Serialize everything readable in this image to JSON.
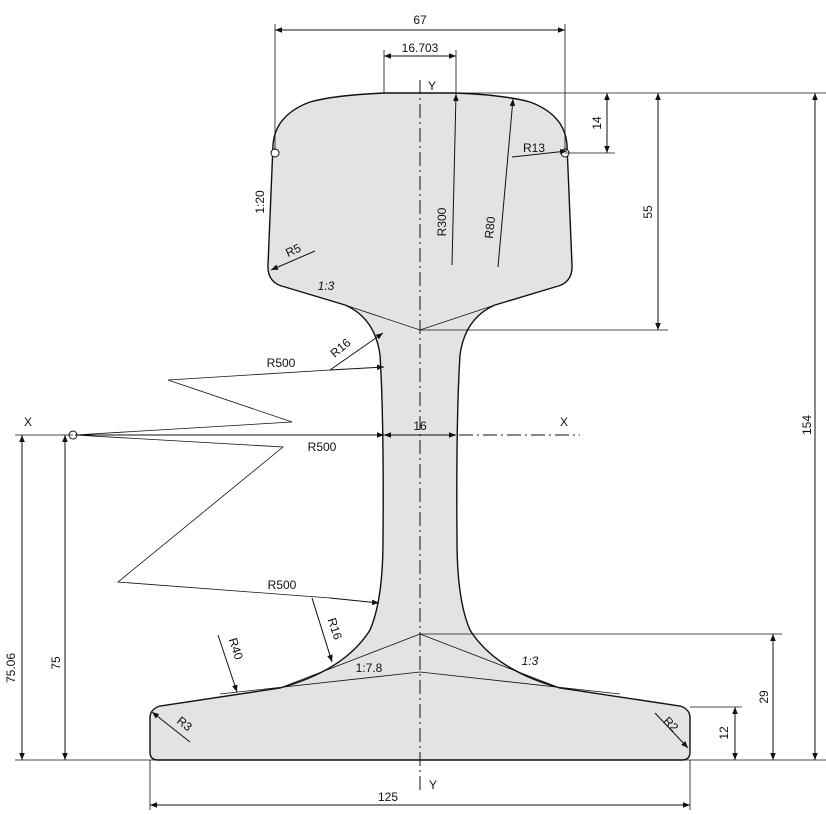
{
  "axes": {
    "y_top": "Y",
    "y_bottom": "Y",
    "x_left": "X",
    "x_right": "X"
  },
  "dimensions": {
    "head_width": "67",
    "crown_width": "16.703",
    "head_height": "55",
    "head_side_height": "14",
    "total_height": "154",
    "web_thickness": "16",
    "foot_width": "125",
    "foot_height": "29",
    "foot_edge": "12",
    "neutral_axis_outer": "75.06",
    "neutral_axis_inner": "75"
  },
  "radii": {
    "crown_r300": "R300",
    "crown_r80": "R80",
    "head_r13": "R13",
    "head_r5": "R5",
    "web_r16_top": "R16",
    "web_r500_a": "R500",
    "web_r500_b": "R500",
    "web_r500_c": "R500",
    "web_r16_bottom": "R16",
    "foot_r40": "R40",
    "foot_r3": "R3",
    "foot_r2": "R2"
  },
  "slopes": {
    "head_side": "1:20",
    "head_underside": "1:3",
    "foot_top_left": "1:7.8",
    "foot_top_right": "1:3"
  }
}
